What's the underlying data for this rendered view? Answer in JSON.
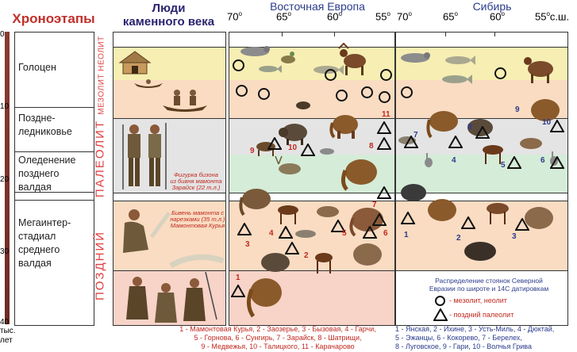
{
  "headers": {
    "chrono": "Хроноэтапы",
    "people_line1": "Люди",
    "people_line2": "каменного века",
    "europe": "Восточная Европа",
    "siberia": "Сибирь"
  },
  "latitudes_eu": [
    "70",
    "65",
    "60",
    "55"
  ],
  "latitudes_si": [
    "70",
    "65",
    "60",
    "55"
  ],
  "lat_degree_sign": "o",
  "lat_suffix": "с.ш.",
  "time_scale": {
    "ticks": [
      "0",
      "10",
      "20",
      "30",
      "40"
    ],
    "unit_line1": "тыс.",
    "unit_line2": "лет"
  },
  "stages": [
    {
      "line1": "Голоцен",
      "line2": "",
      "line3": ""
    },
    {
      "line1": "Поздне-",
      "line2": "ледниковье",
      "line3": ""
    },
    {
      "line1": "Оледенение",
      "line2": "позднего",
      "line3": "валдая"
    },
    {
      "line1": "Мегаинтер-",
      "line2": "стадиал",
      "line3": "среднего",
      "line4": "валдая"
    }
  ],
  "eras": {
    "mesolithic": "МЕЗОЛИТ НЕОЛИТ",
    "paleolithic": "ПАЛЕОЛИТ",
    "late": "ПОЗДНИЙ"
  },
  "artifacts": {
    "bison_line1": "Фигурка бизона",
    "bison_line2": "из бивня мамонта",
    "bison_line3": "Зарайск (22 т.л.)",
    "tusk_line1": "Бивень мамонта с",
    "tusk_line2": "нарезками (35 т.л.)",
    "tusk_line3": "Мамонтовая Курья"
  },
  "site_numbers_eu": [
    "1",
    "2",
    "3",
    "4",
    "5",
    "6",
    "7",
    "8",
    "9",
    "10",
    "11"
  ],
  "site_numbers_si": [
    "1",
    "2",
    "3",
    "4",
    "5",
    "6",
    "7",
    "8",
    "9",
    "10"
  ],
  "legend": {
    "title_line1": "Распределение стоянок Северной",
    "title_line2": "Евразии по широте и 14С датировкам",
    "mesolithic": "- мезолит, неолит",
    "paleolithic": "- поздний палеолит"
  },
  "sites_eu_list": {
    "line1": "1 - Мамонтовая Курья, 2 - Заозерье, 3 - Бызовая, 4 - Гарчи,",
    "line2": "5 - Горнова, 6 - Сунгирь, 7 - Зарайск, 8 - Шатрищи,",
    "line3": "9 - Медвежья, 10 - Талицкого, 11 - Карачарово"
  },
  "sites_si_list": {
    "line1": "1 - Янская, 2 - Ихине, 3 - Усть-Миль, 4 - Дюктай,",
    "line2": "5 - Эжанцы, 6 - Кокорево, 7 - Берелех,",
    "line3": "8 - Луговское, 9 - Гари, 10 - Волчья Грива"
  },
  "colors": {
    "band_yellow": "#f6eeb3",
    "band_peach": "#f9dcc2",
    "band_grey": "#e4e4e4",
    "band_green": "#d5ecd8",
    "band_pink": "#f7d3c8",
    "red": "#c0302a",
    "blue": "#2b3c8c"
  },
  "icons": {
    "circle": "circle-icon",
    "triangle": "triangle-icon",
    "mammoth": "mammoth-icon",
    "elk": "elk-icon",
    "bison": "bison-icon",
    "horse": "horse-icon",
    "seal": "seal-icon",
    "fish": "fish-icon"
  }
}
